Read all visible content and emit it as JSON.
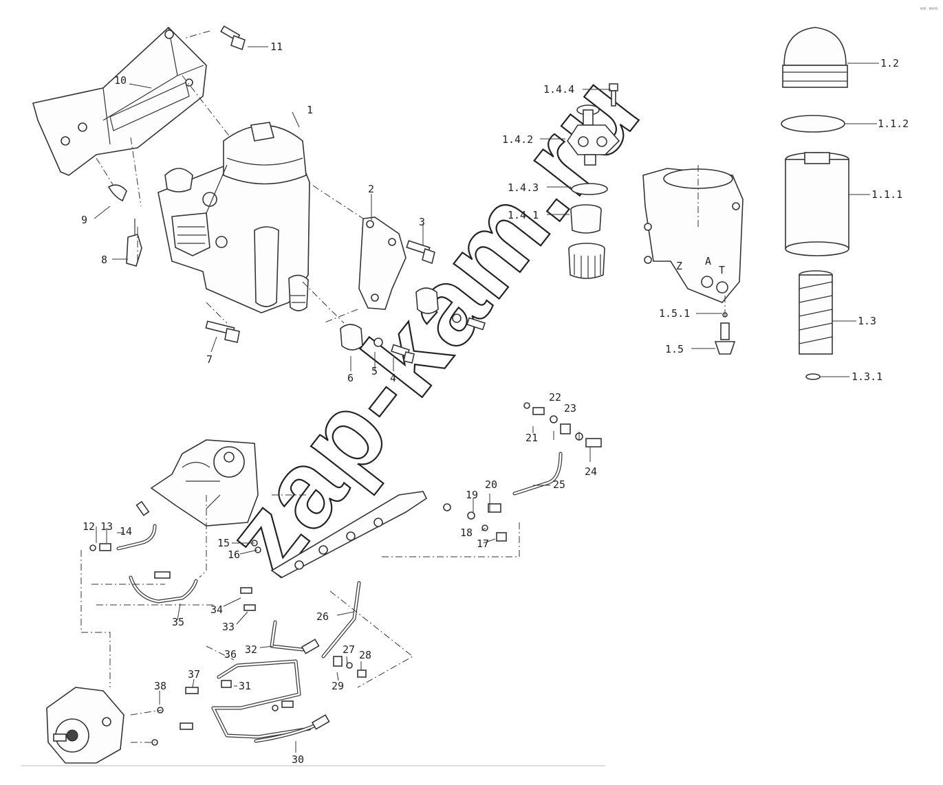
{
  "watermark": "zap-kam.ru",
  "corner_mark": "▫▫ ▫▫▫",
  "housing_letters": {
    "z": "Z",
    "a": "A",
    "t": "T"
  },
  "labels": {
    "p1": "1",
    "p2": "2",
    "p3": "3",
    "p4": "4",
    "p5": "5",
    "p6": "6",
    "p7": "7",
    "p8": "8",
    "p9": "9",
    "p10": "10",
    "p11": "11",
    "p1_1_1": "1.1.1",
    "p1_1_2": "1.1.2",
    "p1_2": "1.2",
    "p1_3": "1.3",
    "p1_3_1": "1.3.1",
    "p1_4_1": "1.4.1",
    "p1_4_2": "1.4.2",
    "p1_4_3": "1.4.3",
    "p1_4_4": "1.4.4",
    "p1_5": "1.5",
    "p1_5_1": "1.5.1",
    "p12": "12",
    "p13": "13",
    "p14": "14",
    "p15": "15",
    "p16": "16",
    "p17": "17",
    "p18": "18",
    "p19": "19",
    "p20": "20",
    "p21": "21",
    "p22": "22",
    "p23": "23",
    "p24": "24",
    "p25": "25",
    "p26": "26",
    "p27": "27",
    "p28": "28",
    "p29": "29",
    "p30": "30",
    "p31": "31",
    "p32": "32",
    "p33": "33",
    "p34": "34",
    "p35": "35",
    "p36": "36",
    "p37": "37",
    "p38": "38"
  }
}
